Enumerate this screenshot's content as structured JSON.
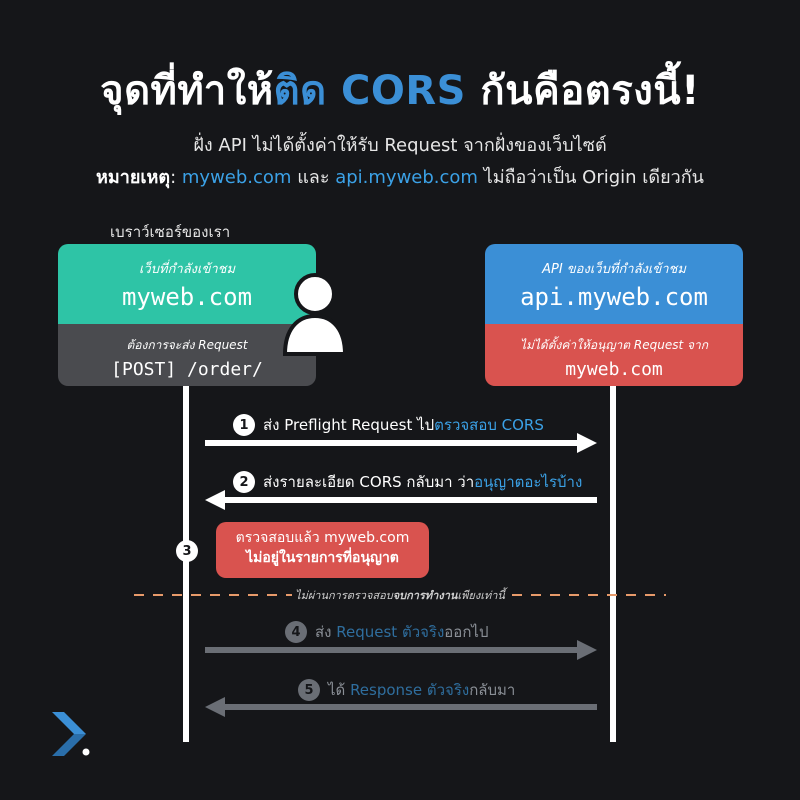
{
  "title": {
    "part1": "จุดที่ทำให้",
    "part2": "ติด CORS",
    "part3": " กันคือตรงนี้!"
  },
  "subtitle": "ฝั่ง API ไม่ได้ตั้งค่าให้รับ Request จากฝั่งของเว็บไซต์",
  "note_line": {
    "label": "หมายเหตุ",
    "colon": ": ",
    "domain1": "myweb.com",
    "and": " และ ",
    "domain2": "api.myweb.com",
    "rest": " ไม่ถือว่าเป็น Origin เดียวกัน"
  },
  "browser_caption": "เบราว์เซอร์ของเรา",
  "client_card": {
    "top_sub": "เว็บที่กำลังเข้าชม",
    "top_main": "myweb.com",
    "bottom_sub": "ต้องการจะส่ง Request",
    "bottom_main": "[POST] /order/"
  },
  "server_card": {
    "top_sub": "API ของเว็บที่กำลังเข้าชม",
    "top_main": "api.myweb.com",
    "bottom_sub": "ไม่ได้ตั้งค่าให้อนุญาต Request จาก",
    "bottom_main": "myweb.com"
  },
  "steps": [
    {
      "num": "1",
      "text": "ส่ง Preflight Request ไป",
      "highlight": "ตรวจสอบ CORS"
    },
    {
      "num": "2",
      "text": "ส่งรายละเอียด CORS กลับมา ว่า",
      "highlight": "อนุญาตอะไรบ้าง"
    },
    {
      "num": "3",
      "line1": "ตรวจสอบแล้ว myweb.com",
      "line2": "ไม่อยู่ในรายการที่อนุญาต"
    },
    {
      "num": "4",
      "pre": "ส่ง ",
      "highlight": "Request ตัวจริง",
      "post": "ออกไป"
    },
    {
      "num": "5",
      "pre": "ได้ ",
      "highlight": "Response ตัวจริง",
      "post": "กลับมา"
    }
  ],
  "divider_note": {
    "pre": "ไม่ผ่านการตรวจสอบ",
    "bold": "จบการทำงาน",
    "post": "เพียงเท่านี้"
  },
  "colors": {
    "background": "#151619",
    "client_top": "#2ec4a6",
    "client_bottom": "#4a4b4f",
    "server_top": "#3b8fd6",
    "server_bottom": "#d9534f",
    "accent_blue": "#3ba1e6",
    "divider": "#e79a6a",
    "dim_arrow": "#6a6e75"
  },
  "icons": {
    "user": "user-icon",
    "logo": "logo-icon"
  }
}
